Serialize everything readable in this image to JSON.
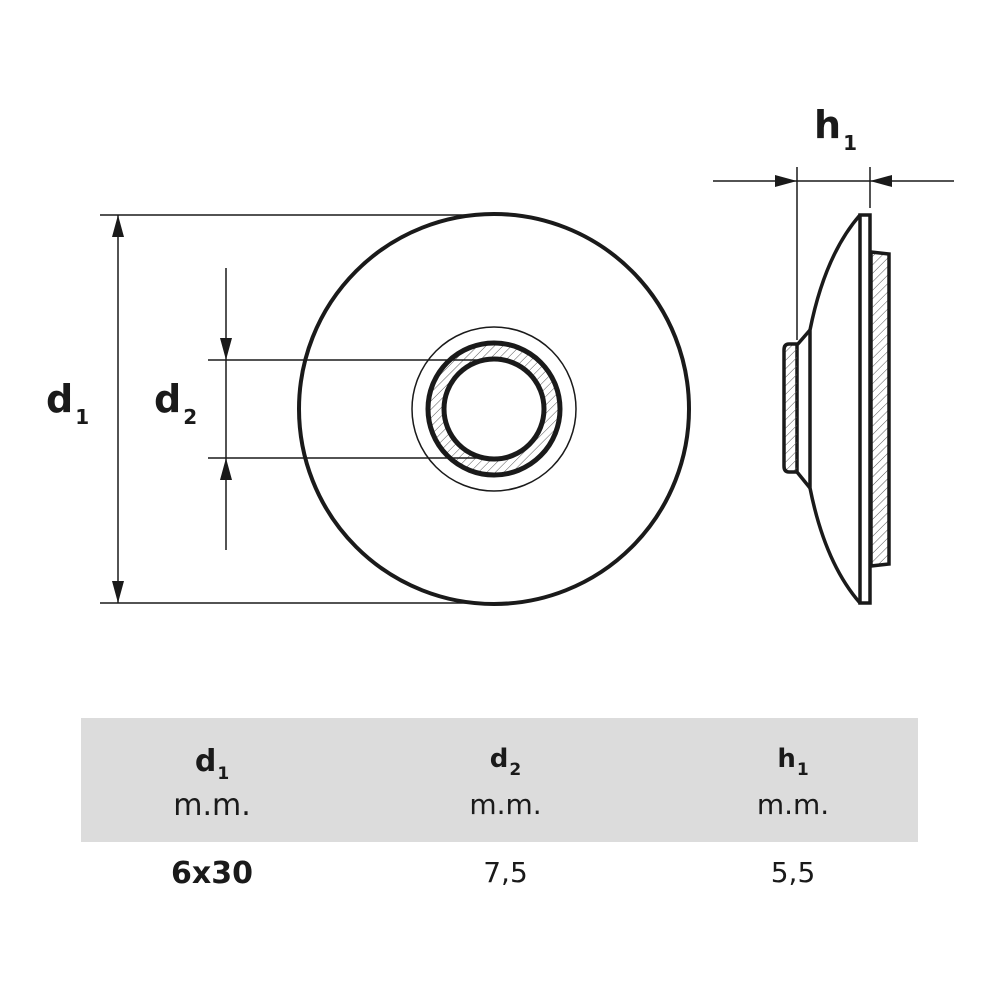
{
  "labels": {
    "d1": {
      "base": "d",
      "sub": "1"
    },
    "d2": {
      "base": "d",
      "sub": "2"
    },
    "h1": {
      "base": "h",
      "sub": "1"
    }
  },
  "table": {
    "headers": [
      {
        "base": "d",
        "sub": "1",
        "unit": "m.m."
      },
      {
        "base": "d",
        "sub": "2",
        "unit": "m.m."
      },
      {
        "base": "h",
        "sub": "1",
        "unit": "m.m."
      }
    ],
    "rows": [
      [
        "6x30",
        "7,5",
        "5,5"
      ]
    ]
  }
}
